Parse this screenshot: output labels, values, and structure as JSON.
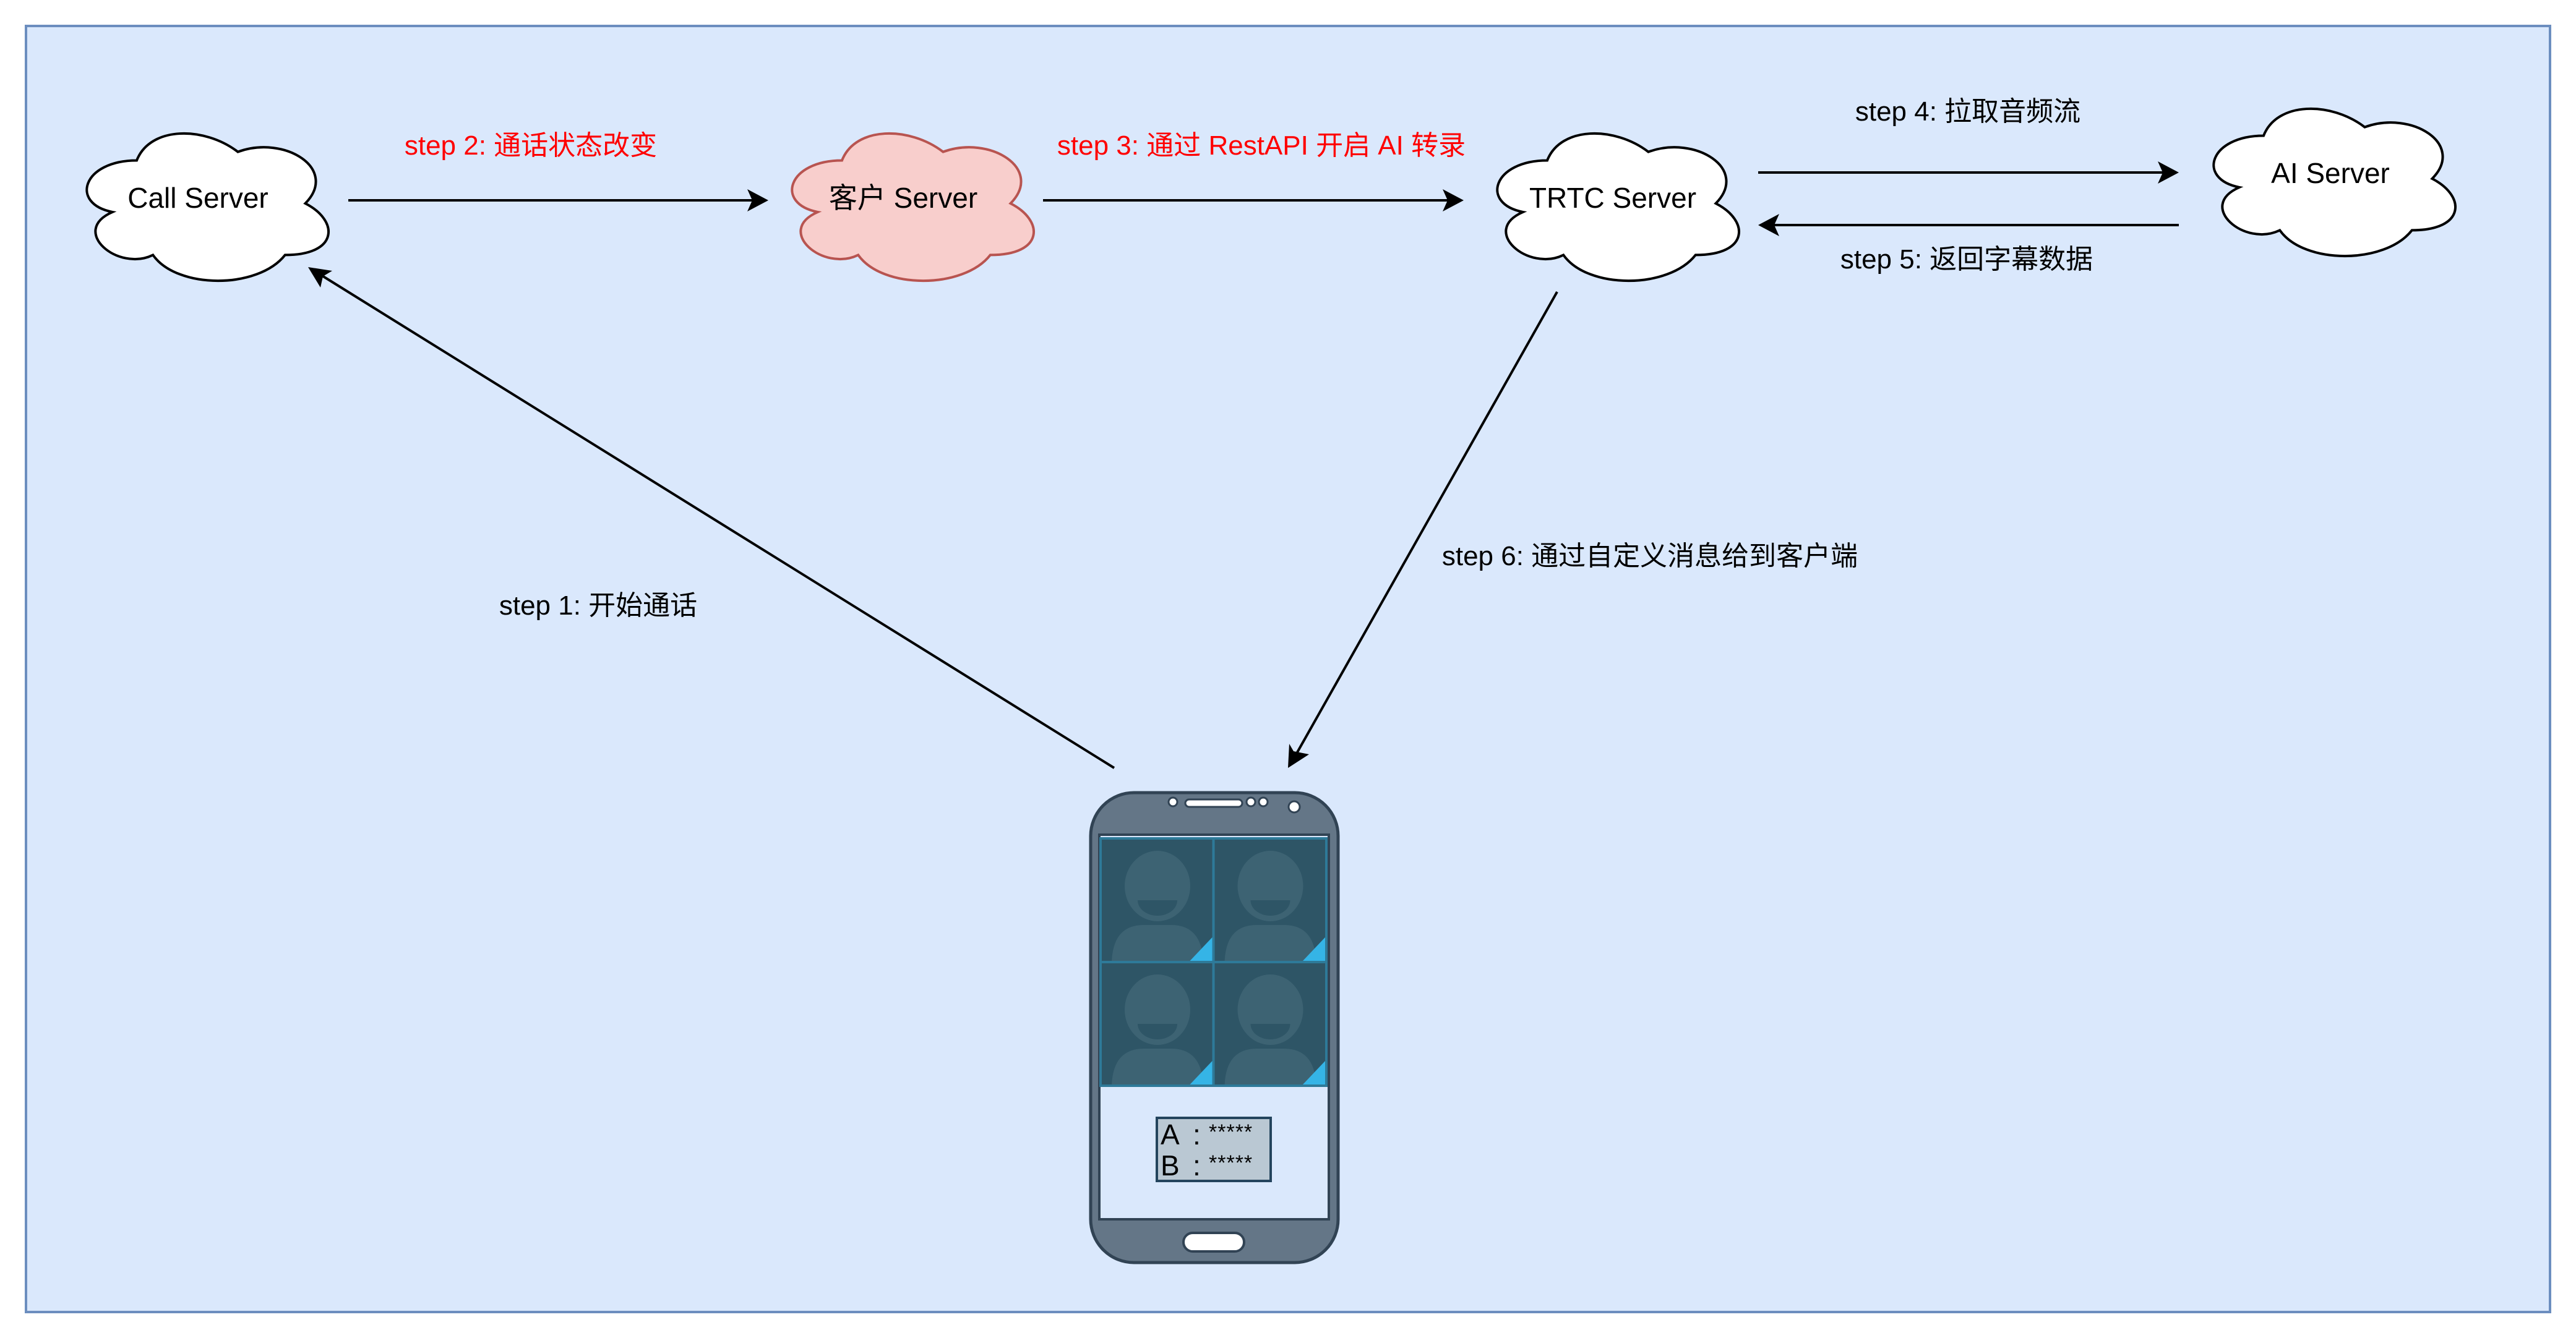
{
  "diagram": {
    "colors": {
      "background": "#dae8fc",
      "frame_border": "#6c8ebf",
      "cloud_default_fill": "#ffffff",
      "cloud_default_stroke": "#000000",
      "cloud_highlight_fill": "#f8cecc",
      "cloud_highlight_stroke": "#b85450",
      "highlight_text": "#ff0000",
      "phone_body": "#647687",
      "phone_outline": "#314354",
      "video_tile": "#2e5566",
      "video_tile_border": "#2e7a99",
      "avatar": "#3d6373",
      "tile_corner": "#35b4e6",
      "caption_box": "#bac8d3"
    },
    "nodes": [
      {
        "id": "call-server",
        "label": "Call Server",
        "highlight": false
      },
      {
        "id": "customer-server",
        "label": "客户 Server",
        "highlight": true
      },
      {
        "id": "trtc-server",
        "label": "TRTC Server",
        "highlight": false
      },
      {
        "id": "ai-server",
        "label": "AI Server",
        "highlight": false
      }
    ],
    "edges": [
      {
        "id": "step1",
        "from": "phone-client",
        "to": "call-server",
        "label": "step 1: 开始通话",
        "highlight": false
      },
      {
        "id": "step2",
        "from": "call-server",
        "to": "customer-server",
        "label": "step 2: 通话状态改变",
        "highlight": true
      },
      {
        "id": "step3",
        "from": "customer-server",
        "to": "trtc-server",
        "label": "step 3: 通过 RestAPI 开启 AI 转录",
        "highlight": true
      },
      {
        "id": "step4",
        "from": "trtc-server",
        "to": "ai-server",
        "label": "step 4: 拉取音频流",
        "highlight": false
      },
      {
        "id": "step5",
        "from": "ai-server",
        "to": "trtc-server",
        "label": "step 5: 返回字幕数据",
        "highlight": false
      },
      {
        "id": "step6",
        "from": "trtc-server",
        "to": "phone-client",
        "label": "step 6: 通过自定义消息给到客户端",
        "highlight": false
      }
    ],
    "phone": {
      "video_tiles": 4,
      "captions": [
        {
          "speaker": "A",
          "separator": ":",
          "text": "*****"
        },
        {
          "speaker": "B",
          "separator": ":",
          "text": "*****"
        }
      ]
    }
  }
}
